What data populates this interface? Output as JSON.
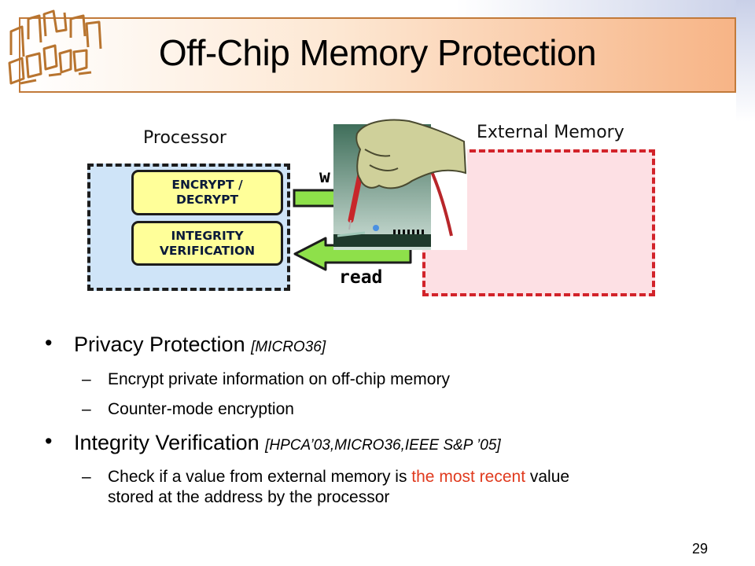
{
  "title": "Off-Chip Memory Protection",
  "diagram": {
    "processor_label": "Processor",
    "memory_label": "External Memory",
    "encrypt_label": "ENCRYPT / DECRYPT",
    "integrity_label": "INTEGRITY VERIFICATION",
    "write_label": "w",
    "read_label": "read",
    "colors": {
      "processor_fill": "#cfe4f8",
      "memory_fill": "#fde0e4",
      "memory_border": "#d2232a",
      "pill_fill": "#ffff99",
      "arrow_fill": "#8ee04a"
    }
  },
  "bullets": [
    {
      "title": "Privacy Protection",
      "citation": "[MICRO36]",
      "subs": [
        {
          "text": "Encrypt private information on off-chip memory"
        },
        {
          "text": "Counter-mode encryption"
        }
      ]
    },
    {
      "title": "Integrity Verification",
      "citation": "[HPCA’03,MICRO36,IEEE S&P ’05]",
      "subs": [
        {
          "before": "Check if a value from external memory is ",
          "highlight": "the most recent",
          "after": " value",
          "line2": "stored at the address by the processor"
        }
      ]
    }
  ],
  "page_number": "29",
  "highlight_color": "#e03a1e"
}
